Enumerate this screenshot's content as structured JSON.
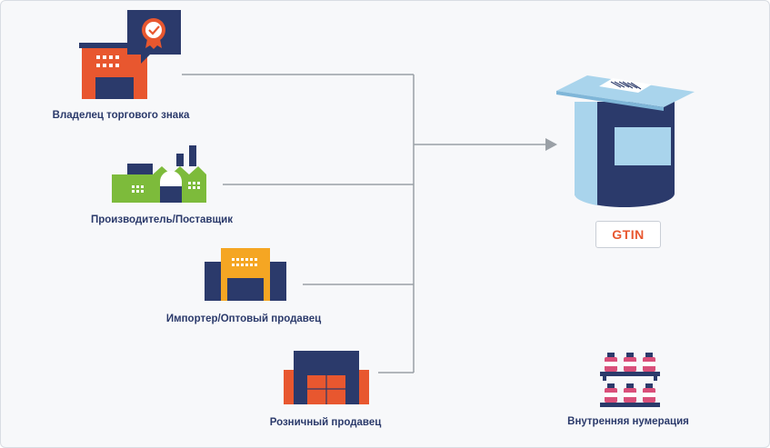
{
  "diagram": {
    "sources": [
      {
        "id": "brand-owner",
        "label": "Владелец торгового знака"
      },
      {
        "id": "manufacturer",
        "label": "Производитель/Поставщик"
      },
      {
        "id": "importer",
        "label": "Импортер/Оптовый продавец"
      },
      {
        "id": "retailer",
        "label": "Розничный продавец"
      }
    ],
    "target": {
      "label": "GTIN"
    },
    "internal": {
      "label": "Внутренняя нумерация"
    },
    "colors": {
      "navy": "#2b3a6b",
      "orange": "#e8572f",
      "green": "#7dbb3b",
      "amber": "#f5a623",
      "light_blue": "#a9d4ec",
      "pink": "#d94f7a",
      "connector": "#9aa0a6"
    },
    "icons": [
      "factory-badge-icon",
      "green-factory-icon",
      "warehouse-icon",
      "store-icon",
      "tub-barcode-icon",
      "shelf-bottles-icon"
    ]
  }
}
